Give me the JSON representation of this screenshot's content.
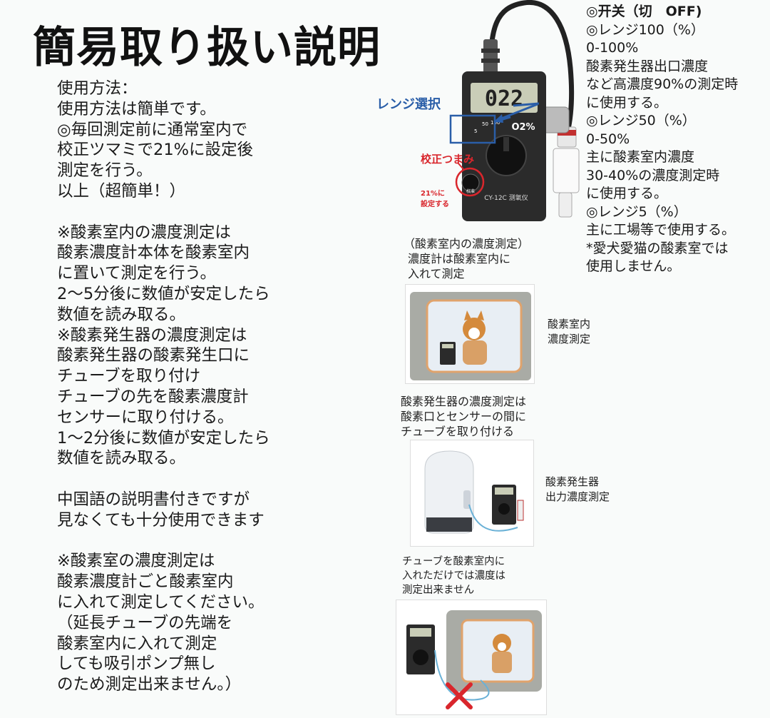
{
  "title": "簡易取り扱い説明",
  "instructions": [
    "使用方法：",
    "使用方法は簡単です。",
    "◎毎回測定前に通常室内で",
    "校正ツマミで21%に設定後",
    "測定を行う。",
    "以上（超簡単！）",
    "",
    "※酸素室内の濃度測定は",
    "酸素濃度計本体を酸素室内",
    "に置いて測定を行う。",
    "2〜5分後に数値が安定したら",
    "数値を読み取る。",
    "※酸素発生器の濃度測定は",
    "酸素発生器の酸素発生口に",
    "チューブを取り付け",
    "チューブの先を酸素濃度計",
    "センサーに取り付ける。",
    "1〜2分後に数値が安定したら",
    "数値を読み取る。",
    "",
    "中国語の説明書付きですが",
    "見なくても十分使用できます",
    "",
    "※酸素室の濃度測定は",
    "酸素濃度計ごと酸素室内",
    "に入れて測定してください。",
    "（延長チューブの先端を",
    "酸素室内に入れて測定",
    "しても吸引ポンプ無し",
    "のため測定出来ません。）"
  ],
  "range_notes": [
    {
      "text": "◎开关（切　OFF)",
      "bold": true
    },
    {
      "text": "◎レンジ100（%）",
      "bold": false
    },
    {
      "text": "0-100%",
      "bold": false
    },
    {
      "text": "酸素発生器出口濃度",
      "bold": false
    },
    {
      "text": "など高濃度90%の測定時",
      "bold": false
    },
    {
      "text": "に使用する。",
      "bold": false
    },
    {
      "text": "◎レンジ50（%）",
      "bold": false
    },
    {
      "text": "0-50%",
      "bold": false
    },
    {
      "text": "主に酸素室内濃度",
      "bold": false
    },
    {
      "text": "30-40%の濃度測定時",
      "bold": false
    },
    {
      "text": "に使用する。",
      "bold": false
    },
    {
      "text": "◎レンジ5（%）",
      "bold": false
    },
    {
      "text": "主に工場等で使用する。",
      "bold": false
    },
    {
      "text": "*愛犬愛猫の酸素室では",
      "bold": false
    },
    {
      "text": "使用しません。",
      "bold": false
    }
  ],
  "meter": {
    "display": "022",
    "unit": "O2%",
    "model": "CY-12C 测氧仪",
    "range_select_label": "レンジ選択",
    "calib_label": "校正つまみ",
    "calib_note": [
      "21%に",
      "設定する"
    ],
    "calib_knob_text": "校准",
    "dial_marks": [
      "5",
      "50",
      "100"
    ]
  },
  "figure1": {
    "caption": [
      "（酸素室内の濃度測定）",
      "濃度計は酸素室内に",
      "入れて測定"
    ],
    "side_label": [
      "酸素室内",
      "濃度測定"
    ]
  },
  "figure2": {
    "caption": [
      "酸素発生器の濃度測定は",
      "酸素口とセンサーの間に",
      "チューブを取り付ける"
    ],
    "side_label": [
      "酸素発生器",
      "出力濃度測定"
    ]
  },
  "figure3": {
    "caption": [
      "チューブを酸素室内に",
      "入れただけでは濃度は",
      "測定出来ません"
    ]
  },
  "colors": {
    "accent_blue": "#2a5ea8",
    "accent_red": "#d9262c",
    "meter_body": "#2b2b2b",
    "lcd": "#c9cdb7"
  }
}
